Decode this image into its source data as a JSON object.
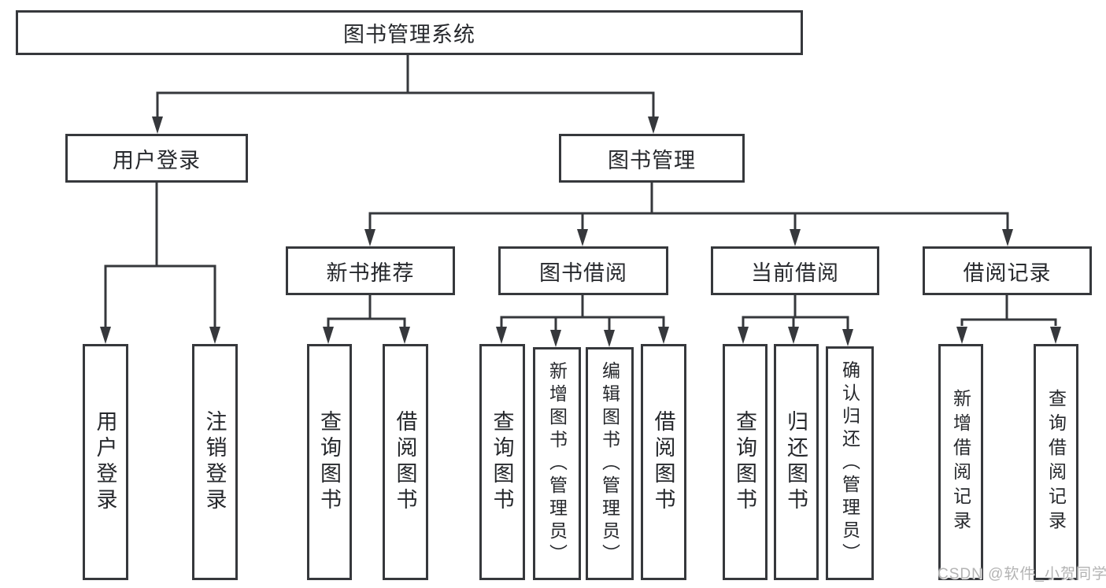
{
  "nodes": {
    "root": "图书管理系统",
    "user_login": "用户登录",
    "book_management": "图书管理",
    "new_book_recommend": "新书推荐",
    "book_borrow": "图书借阅",
    "current_borrow": "当前借阅",
    "borrow_records": "借阅记录"
  },
  "leaves": {
    "user": [
      "用户登录",
      "注销登录"
    ],
    "recommend": [
      "查询图书",
      "借阅图书"
    ],
    "borrow": [
      "查询图书",
      "新增图书（管理员）",
      "编辑图书（管理员）",
      "借阅图书"
    ],
    "current": [
      "查询图书",
      "归还图书",
      "确认归还（管理员）"
    ],
    "records": [
      "新增借阅记录",
      "查询借阅记录"
    ]
  },
  "watermark": "CSDN @软件_小贺同学",
  "colors": {
    "line": "#36383c",
    "text": "#26282c",
    "background": "#ffffff",
    "watermark": "#b3b3b3"
  }
}
